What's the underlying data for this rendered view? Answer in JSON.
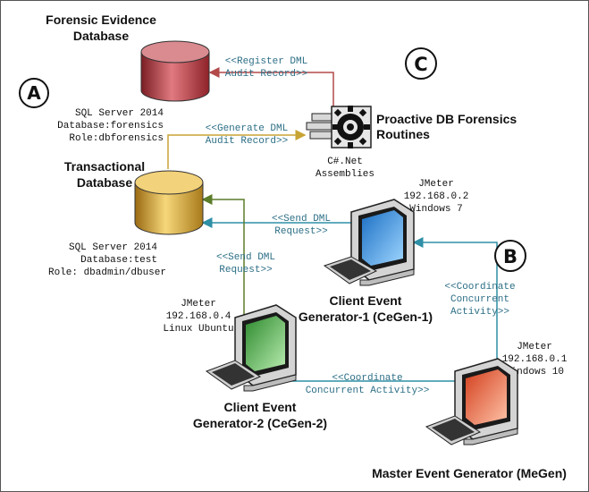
{
  "nodes": {
    "forensic_db": {
      "title_line1": "Forensic Evidence",
      "title_line2": "Database",
      "info": [
        "SQL Server 2014",
        "Database:forensics",
        "Role:dbforensics"
      ]
    },
    "transactional_db": {
      "title_line1": "Transactional",
      "title_line2": "Database",
      "info": [
        "SQL Server 2014",
        "Database:test",
        "Role: dbadmin/dbuser"
      ]
    },
    "forensics_routines": {
      "title_line1": "Proactive DB Forensics",
      "title_line2": "Routines",
      "info": [
        "C#.Net",
        "Assemblies"
      ]
    },
    "cegen1": {
      "title_line1": "Client Event",
      "title_line2": "Generator-1 (CeGen-1)",
      "info": [
        "JMeter",
        "192.168.0.2",
        "Windows 7"
      ]
    },
    "cegen2": {
      "title_line1": "Client Event",
      "title_line2": "Generator-2 (CeGen-2)",
      "info": [
        "JMeter",
        "192.168.0.4",
        "Linux Ubuntu"
      ]
    },
    "megen": {
      "title_line1": "Master Event Generator (MeGen)",
      "info": [
        "JMeter",
        "192.168.0.1",
        "Windows 10"
      ]
    }
  },
  "edges": {
    "register_dml": [
      "<<Register DML",
      "Audit Record>>"
    ],
    "generate_dml": [
      "<<Generate DML",
      "Audit Record>>"
    ],
    "send_dml_1": [
      "<<Send DML",
      "Request>>"
    ],
    "send_dml_2": [
      "<<Send DML",
      "Request>>"
    ],
    "coordinate_1": [
      "<<Coordinate",
      "Concurrent",
      "Activity>>"
    ],
    "coordinate_2": [
      "<<Coordinate",
      "Concurrent Activity>>"
    ]
  },
  "markers": {
    "a": "A",
    "b": "B",
    "c": "C"
  },
  "colors": {
    "forensic_db": "#c0343c",
    "transactional_db": "#d6a431",
    "cegen1_screen": "#3aa0e8",
    "cegen2_screen": "#4fb84f",
    "megen_screen": "#e8552f",
    "register_line": "#b34a4a",
    "generate_line": "#c8a435",
    "request_line": "#2e8fa6",
    "cegen2_line": "#5b7c2a",
    "annotation_text": "#2d6f86"
  }
}
